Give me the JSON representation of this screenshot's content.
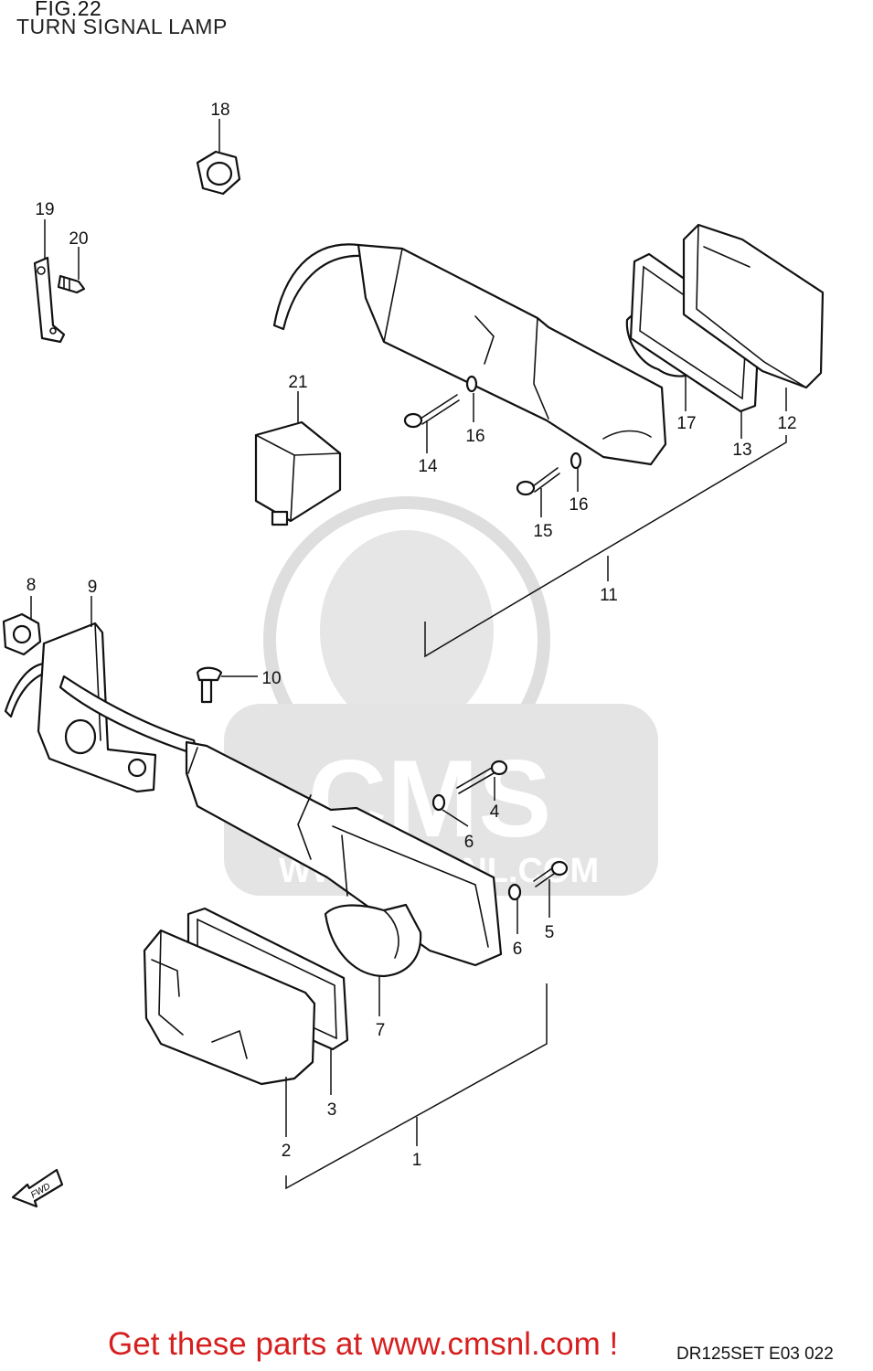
{
  "header": {
    "fig_label": "FIG.22",
    "title": "TURN SIGNAL LAMP"
  },
  "callouts": [
    "1",
    "2",
    "3",
    "4",
    "5",
    "6",
    "6",
    "7",
    "8",
    "9",
    "10",
    "11",
    "12",
    "13",
    "14",
    "15",
    "16",
    "16",
    "17",
    "18",
    "19",
    "20",
    "21"
  ],
  "watermark": {
    "logo_text": "CMS",
    "url_text": "WWW.CMSNL.COM"
  },
  "footer": {
    "promo_text": "Get these parts at www.cmsnl.com !",
    "diagram_code": "DR125SET E03  022"
  },
  "direction_arrow": "FWD",
  "colors": {
    "promo": "#d61f1f",
    "watermark": "#d9d9d9",
    "line": "#111111"
  }
}
